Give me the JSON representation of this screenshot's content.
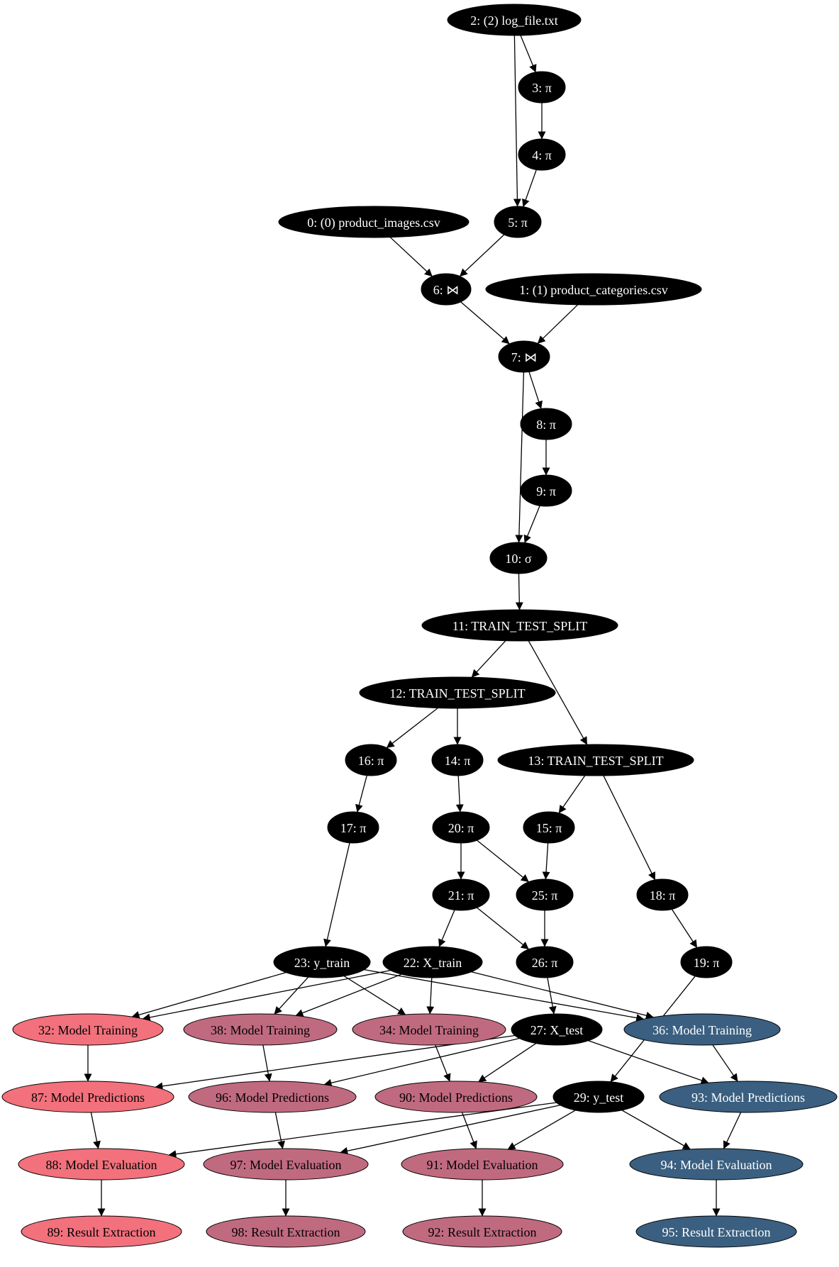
{
  "colors": {
    "background": "#ffffff",
    "edge": "#000000",
    "dark_node_fill": "#000000",
    "dark_node_text": "#ffffff",
    "pipeline_a_fill": "#f2717c",
    "pipeline_b_fill": "#c06a80",
    "pipeline_c_fill": "#3a5f80",
    "light_node_text": "#000000",
    "blue_node_text": "#ffffff"
  },
  "graph": {
    "nodes": [
      {
        "id": "n2",
        "label": "2: (2) log_file.txt",
        "style": "dark"
      },
      {
        "id": "n3",
        "label": "3: π",
        "style": "dark"
      },
      {
        "id": "n4",
        "label": "4: π",
        "style": "dark"
      },
      {
        "id": "n5",
        "label": "5: π",
        "style": "dark"
      },
      {
        "id": "n0",
        "label": "0: (0) product_images.csv",
        "style": "dark"
      },
      {
        "id": "n6",
        "label": "6: ⋈",
        "style": "dark"
      },
      {
        "id": "n1",
        "label": "1: (1) product_categories.csv",
        "style": "dark"
      },
      {
        "id": "n7",
        "label": "7: ⋈",
        "style": "dark"
      },
      {
        "id": "n8",
        "label": "8: π",
        "style": "dark"
      },
      {
        "id": "n9",
        "label": "9: π",
        "style": "dark"
      },
      {
        "id": "n10",
        "label": "10: σ",
        "style": "dark"
      },
      {
        "id": "n11",
        "label": "11: TRAIN_TEST_SPLIT",
        "style": "dark"
      },
      {
        "id": "n12",
        "label": "12: TRAIN_TEST_SPLIT",
        "style": "dark"
      },
      {
        "id": "n16",
        "label": "16: π",
        "style": "dark"
      },
      {
        "id": "n14",
        "label": "14: π",
        "style": "dark"
      },
      {
        "id": "n13",
        "label": "13: TRAIN_TEST_SPLIT",
        "style": "dark"
      },
      {
        "id": "n17",
        "label": "17: π",
        "style": "dark"
      },
      {
        "id": "n20",
        "label": "20: π",
        "style": "dark"
      },
      {
        "id": "n15",
        "label": "15: π",
        "style": "dark"
      },
      {
        "id": "n21",
        "label": "21: π",
        "style": "dark"
      },
      {
        "id": "n25",
        "label": "25: π",
        "style": "dark"
      },
      {
        "id": "n18",
        "label": "18: π",
        "style": "dark"
      },
      {
        "id": "n23",
        "label": "23: y_train",
        "style": "dark"
      },
      {
        "id": "n22",
        "label": "22: X_train",
        "style": "dark"
      },
      {
        "id": "n26",
        "label": "26: π",
        "style": "dark"
      },
      {
        "id": "n19",
        "label": "19: π",
        "style": "dark"
      },
      {
        "id": "n32",
        "label": "32: Model Training",
        "style": "a"
      },
      {
        "id": "n38",
        "label": "38: Model Training",
        "style": "b"
      },
      {
        "id": "n34",
        "label": "34: Model Training",
        "style": "b"
      },
      {
        "id": "n27",
        "label": "27: X_test",
        "style": "dark"
      },
      {
        "id": "n36",
        "label": "36: Model Training",
        "style": "c"
      },
      {
        "id": "n87",
        "label": "87: Model Predictions",
        "style": "a"
      },
      {
        "id": "n96",
        "label": "96: Model Predictions",
        "style": "b"
      },
      {
        "id": "n90",
        "label": "90: Model Predictions",
        "style": "b"
      },
      {
        "id": "n29",
        "label": "29: y_test",
        "style": "dark"
      },
      {
        "id": "n93",
        "label": "93: Model Predictions",
        "style": "c"
      },
      {
        "id": "n88",
        "label": "88: Model Evaluation",
        "style": "a"
      },
      {
        "id": "n97",
        "label": "97: Model Evaluation",
        "style": "b"
      },
      {
        "id": "n91",
        "label": "91: Model Evaluation",
        "style": "b"
      },
      {
        "id": "n94",
        "label": "94: Model Evaluation",
        "style": "c"
      },
      {
        "id": "n89",
        "label": "89: Result Extraction",
        "style": "a"
      },
      {
        "id": "n98",
        "label": "98: Result Extraction",
        "style": "b"
      },
      {
        "id": "n92",
        "label": "92: Result Extraction",
        "style": "b"
      },
      {
        "id": "n95",
        "label": "95: Result Extraction",
        "style": "c"
      }
    ],
    "edges": [
      {
        "from": "n2",
        "to": "n3"
      },
      {
        "from": "n2",
        "to": "n5"
      },
      {
        "from": "n3",
        "to": "n4"
      },
      {
        "from": "n4",
        "to": "n5"
      },
      {
        "from": "n5",
        "to": "n6"
      },
      {
        "from": "n0",
        "to": "n6"
      },
      {
        "from": "n6",
        "to": "n7"
      },
      {
        "from": "n1",
        "to": "n7"
      },
      {
        "from": "n7",
        "to": "n8"
      },
      {
        "from": "n7",
        "to": "n10"
      },
      {
        "from": "n8",
        "to": "n9"
      },
      {
        "from": "n9",
        "to": "n10"
      },
      {
        "from": "n10",
        "to": "n11"
      },
      {
        "from": "n11",
        "to": "n12"
      },
      {
        "from": "n11",
        "to": "n13"
      },
      {
        "from": "n12",
        "to": "n16"
      },
      {
        "from": "n12",
        "to": "n14"
      },
      {
        "from": "n16",
        "to": "n17"
      },
      {
        "from": "n14",
        "to": "n20"
      },
      {
        "from": "n13",
        "to": "n15"
      },
      {
        "from": "n13",
        "to": "n18"
      },
      {
        "from": "n20",
        "to": "n21"
      },
      {
        "from": "n20",
        "to": "n25"
      },
      {
        "from": "n15",
        "to": "n25"
      },
      {
        "from": "n17",
        "to": "n23"
      },
      {
        "from": "n21",
        "to": "n22"
      },
      {
        "from": "n21",
        "to": "n26"
      },
      {
        "from": "n25",
        "to": "n26"
      },
      {
        "from": "n18",
        "to": "n19"
      },
      {
        "from": "n26",
        "to": "n27"
      },
      {
        "from": "n19",
        "to": "n29"
      },
      {
        "from": "n23",
        "to": "n32"
      },
      {
        "from": "n23",
        "to": "n38"
      },
      {
        "from": "n23",
        "to": "n34"
      },
      {
        "from": "n23",
        "to": "n36"
      },
      {
        "from": "n22",
        "to": "n32"
      },
      {
        "from": "n22",
        "to": "n38"
      },
      {
        "from": "n22",
        "to": "n34"
      },
      {
        "from": "n22",
        "to": "n36"
      },
      {
        "from": "n32",
        "to": "n87"
      },
      {
        "from": "n38",
        "to": "n96"
      },
      {
        "from": "n34",
        "to": "n90"
      },
      {
        "from": "n36",
        "to": "n93"
      },
      {
        "from": "n27",
        "to": "n87"
      },
      {
        "from": "n27",
        "to": "n96"
      },
      {
        "from": "n27",
        "to": "n90"
      },
      {
        "from": "n27",
        "to": "n93"
      },
      {
        "from": "n87",
        "to": "n88"
      },
      {
        "from": "n96",
        "to": "n97"
      },
      {
        "from": "n90",
        "to": "n91"
      },
      {
        "from": "n93",
        "to": "n94"
      },
      {
        "from": "n29",
        "to": "n88"
      },
      {
        "from": "n29",
        "to": "n97"
      },
      {
        "from": "n29",
        "to": "n91"
      },
      {
        "from": "n29",
        "to": "n94"
      },
      {
        "from": "n88",
        "to": "n89"
      },
      {
        "from": "n97",
        "to": "n98"
      },
      {
        "from": "n91",
        "to": "n92"
      },
      {
        "from": "n94",
        "to": "n95"
      }
    ]
  }
}
